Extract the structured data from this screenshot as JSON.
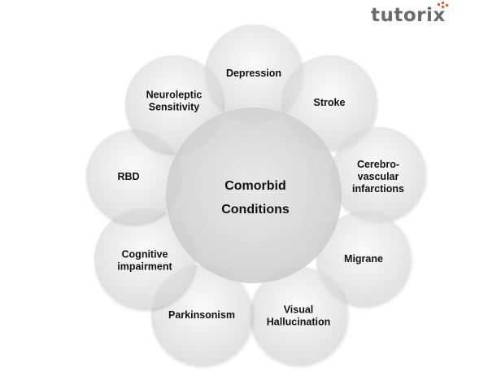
{
  "logo": {
    "text": "tutorix",
    "dot_color": "#e85c2c"
  },
  "colors": {
    "circle_fill_light": "#f4f4f4",
    "circle_fill_dark": "#cfcfcf",
    "center_fill": "#d6d6d6",
    "text": "#111111"
  },
  "center": {
    "lines": [
      "Comorbid",
      "Conditions"
    ]
  },
  "nodes": [
    {
      "id": "depression",
      "lines": [
        "Depression"
      ]
    },
    {
      "id": "stroke",
      "lines": [
        "Stroke"
      ]
    },
    {
      "id": "cerebrovascular-infarctions",
      "lines": [
        "Cerebro-",
        "vascular",
        "infarctions"
      ]
    },
    {
      "id": "migrane",
      "lines": [
        "Migrane"
      ]
    },
    {
      "id": "visual-hallucination",
      "lines": [
        "Visual",
        "Hallucination"
      ]
    },
    {
      "id": "parkinsonism",
      "lines": [
        "Parkinsonism"
      ]
    },
    {
      "id": "cognitive-impairment",
      "lines": [
        "Cognitive",
        "impairment"
      ]
    },
    {
      "id": "rbd",
      "lines": [
        "RBD"
      ]
    },
    {
      "id": "neuroleptic-sensitivity",
      "lines": [
        "Neuroleptic",
        "Sensitivity"
      ]
    }
  ]
}
